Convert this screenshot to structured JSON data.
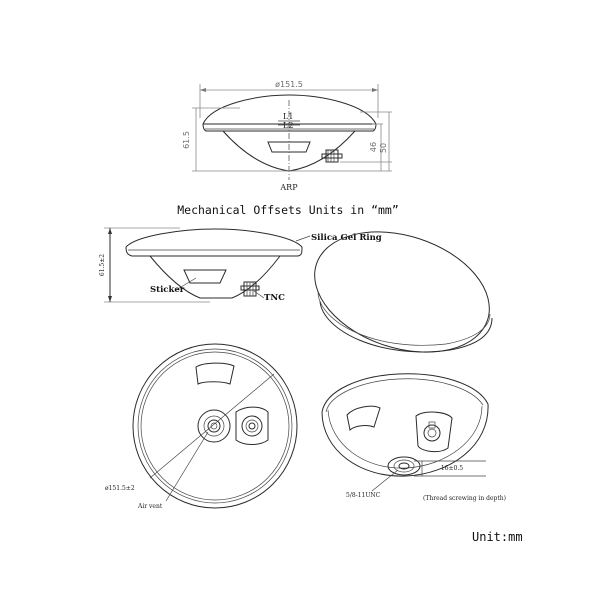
{
  "top_view": {
    "diameter_label": "ø151.5",
    "l1_label": "L1",
    "l2_label": "L2",
    "height_label": "61.5",
    "dim_46_label": "46",
    "dim_50_label": "50",
    "arp_label": "ARP"
  },
  "title": "Mechanical Offsets Units in “mm”",
  "side_view": {
    "height_label": "61.5±2",
    "silica_label": "Silica Gel Ring",
    "sticker_label": "Sticker",
    "tnc_label": "TNC"
  },
  "bottom_view": {
    "diameter_label": "ø151.5±2",
    "air_vent_label": "Air vent"
  },
  "iso_bottom": {
    "thread_label": "5/8-11UNC",
    "depth_value_label": "16±0.5",
    "depth_note_label": "(Thread screwing in depth)"
  },
  "unit_label": "Unit:mm"
}
